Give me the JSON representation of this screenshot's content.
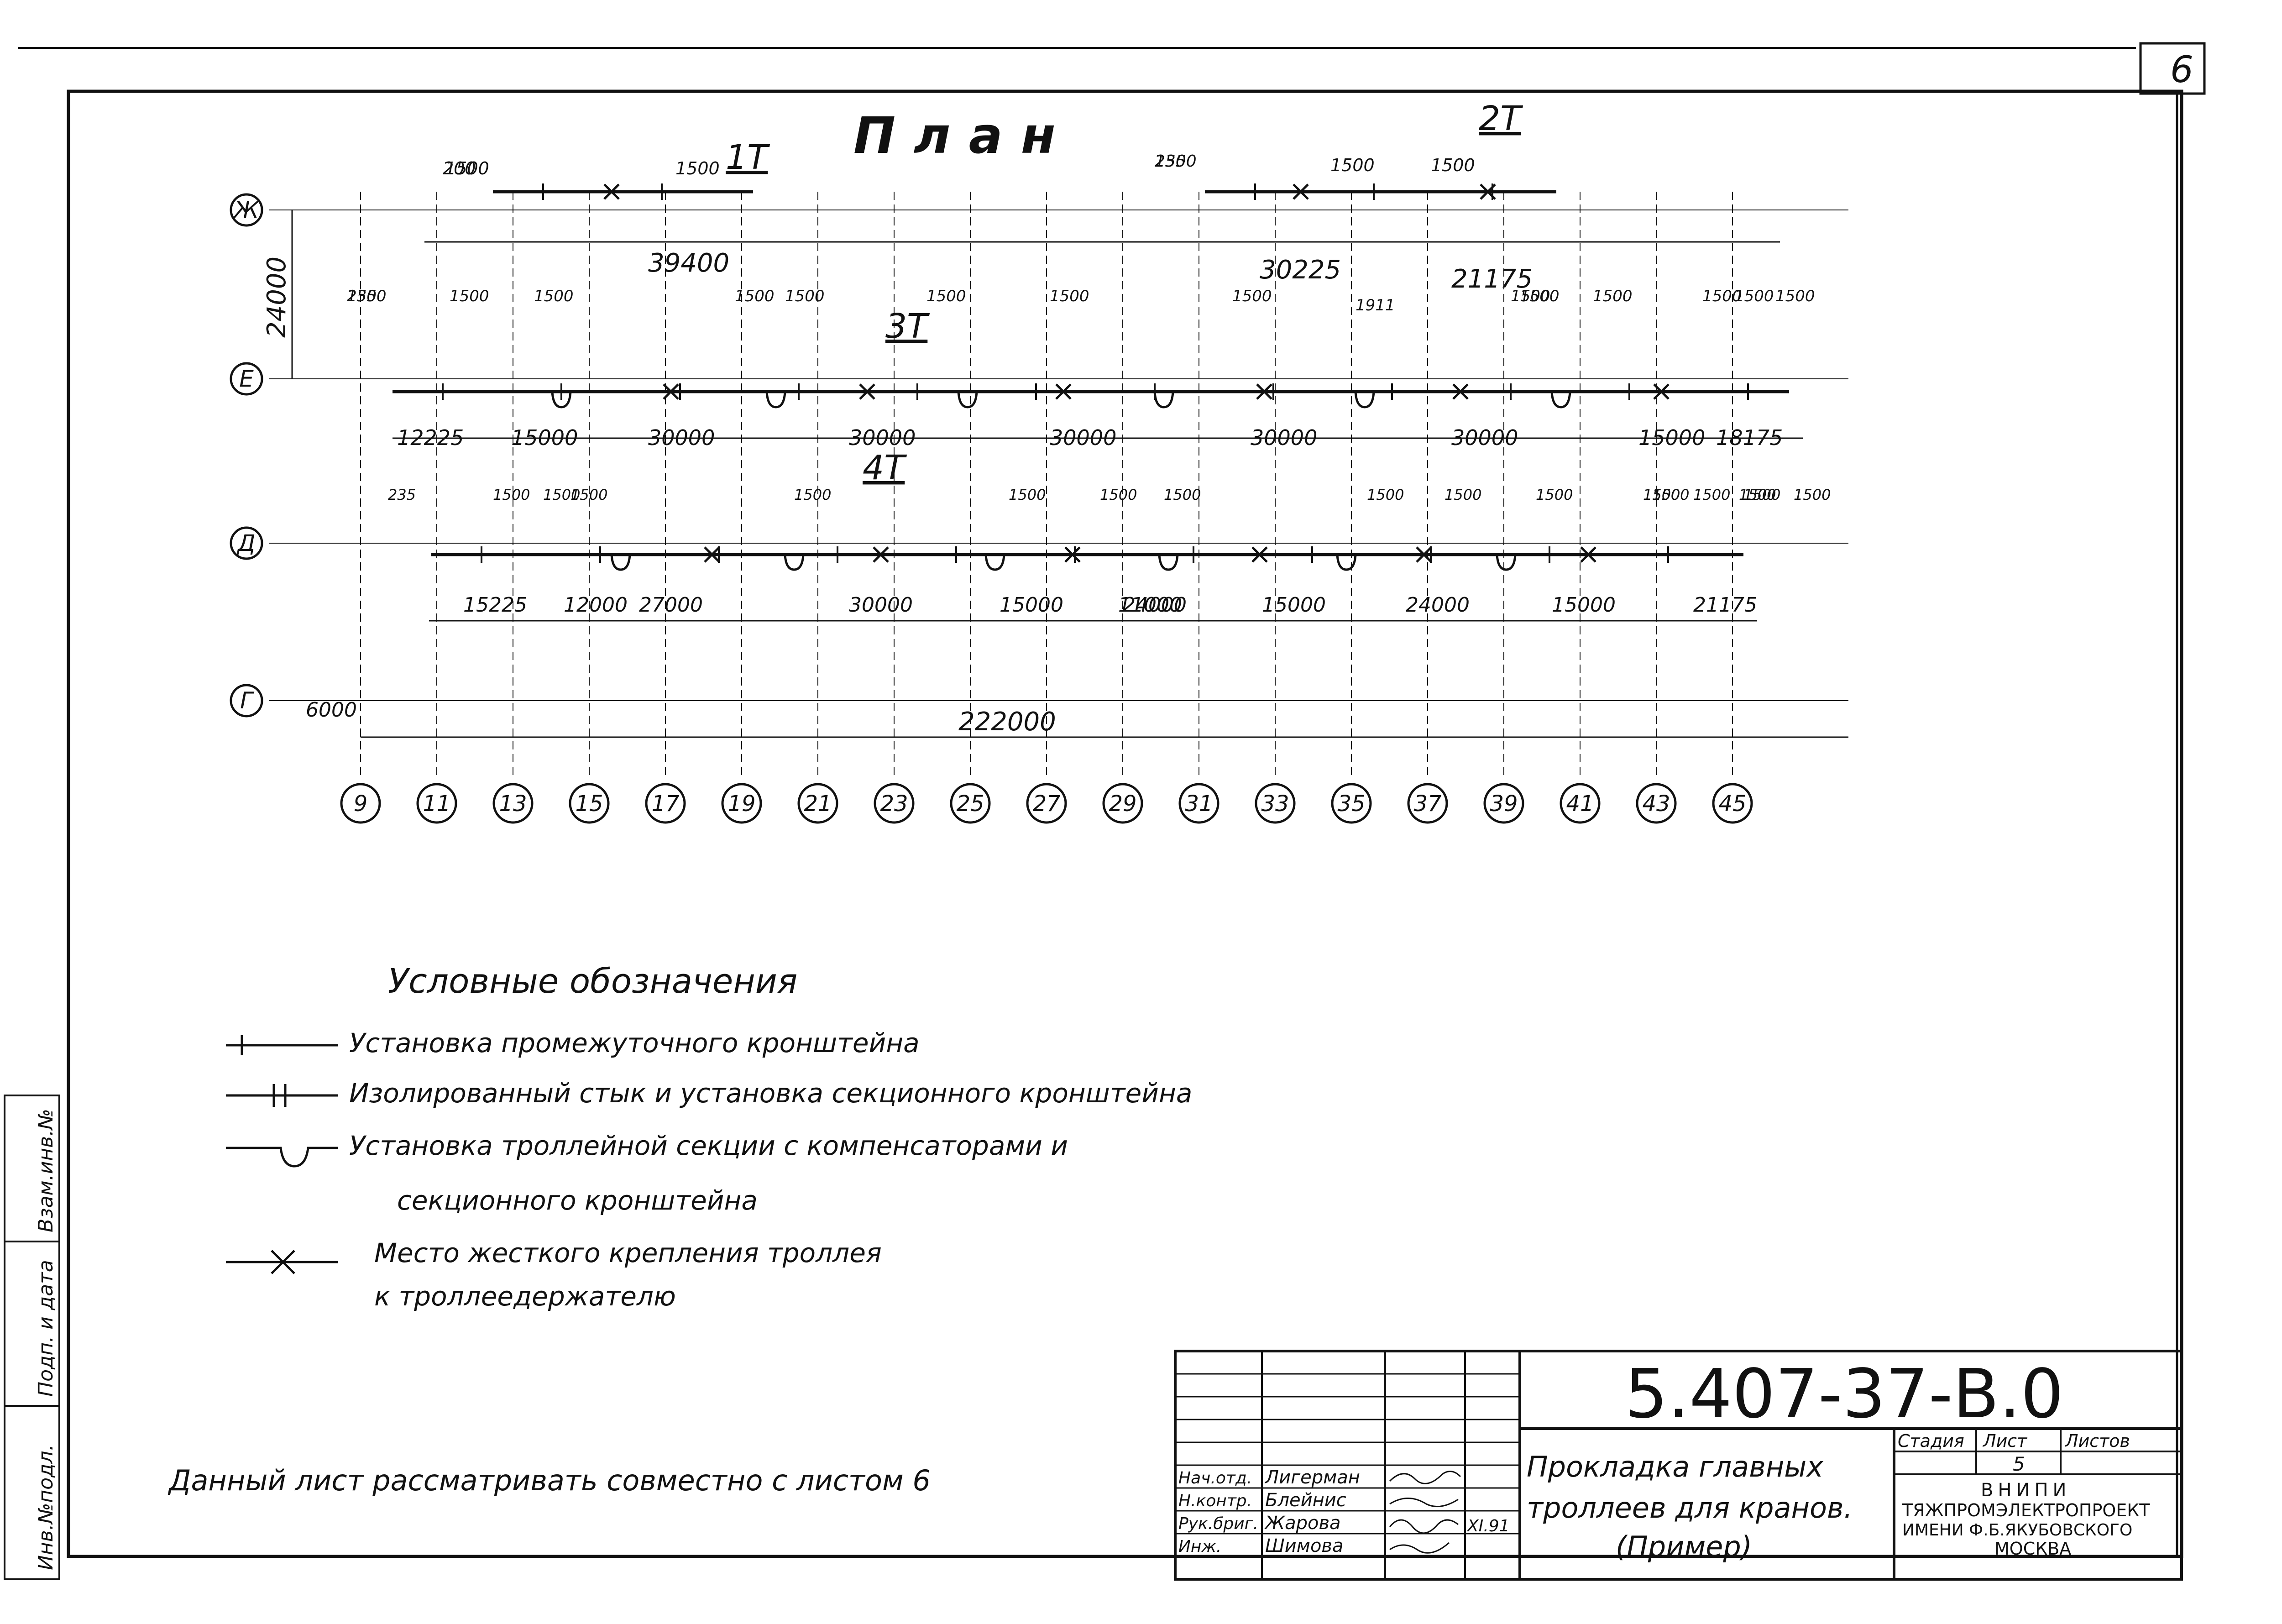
{
  "sheet_number": "6",
  "plan_title": "План",
  "rows": [
    {
      "id": "zh",
      "label": "Ж"
    },
    {
      "id": "e",
      "label": "Е"
    },
    {
      "id": "d",
      "label": "Д"
    },
    {
      "id": "g",
      "label": "Г"
    }
  ],
  "columns": [
    "9",
    "11",
    "13",
    "15",
    "17",
    "19",
    "21",
    "23",
    "25",
    "27",
    "29",
    "31",
    "33",
    "35",
    "37",
    "39",
    "41",
    "43",
    "45"
  ],
  "trolley_labels": [
    "1Т",
    "2Т",
    "3Т",
    "4Т"
  ],
  "dimensions": {
    "span_zh_e": "24000",
    "left_offset": "6000",
    "total_length": "222000",
    "zh_row": [
      "200",
      "1500",
      "1500",
      "39400",
      "235",
      "1500",
      "1500",
      "1500",
      "30225",
      "1911",
      "21175"
    ],
    "e_row": [
      "1500",
      "235",
      "1500",
      "1500",
      "1500",
      "1500",
      "1500",
      "1500",
      "1500",
      "1500",
      "1500",
      "1500",
      "1500",
      "1500",
      "1500",
      "12225",
      "15000",
      "30000",
      "30000",
      "30000",
      "30000",
      "30000",
      "15000",
      "18175"
    ],
    "d_row": [
      "235",
      "1500",
      "1500",
      "1500",
      "1500",
      "1500",
      "1500",
      "1500",
      "1500",
      "1500",
      "1500",
      "1500",
      "1500",
      "1500",
      "1500",
      "1500",
      "1500",
      "15225",
      "12000",
      "27000",
      "30000",
      "15000",
      "24000",
      "11000",
      "15000",
      "24000",
      "15000",
      "21175"
    ]
  },
  "legend": {
    "title": "Условные обозначения",
    "items": [
      {
        "symbol": "intermediate-bracket",
        "text": "Установка промежуточного кронштейна"
      },
      {
        "symbol": "insulated-joint",
        "text": "Изолированный стык и установка секционного кронштейна"
      },
      {
        "symbol": "trolley-section",
        "text": "Установка троллейной секции с компенсаторами и",
        "text2": "секционного кронштейна"
      },
      {
        "symbol": "rigid-mount",
        "text": "Место жесткого крепления троллея",
        "text2": "к троллеедержателю"
      }
    ]
  },
  "note": "Данный лист рассматривать совместно с листом 6",
  "title_block": {
    "doc_code": "5.407-37-В.0",
    "doc_title_lines": [
      "Прокладка главных",
      "троллеев для кранов.",
      "(Пример)"
    ],
    "stage_header": "Стадия",
    "sheet_header": "Лист",
    "sheets_header": "Листов",
    "sheet_value": "5",
    "org_lines": [
      "ВНИПИ",
      "ТЯЖПРОМЭЛЕКТРОПРОЕКТ",
      "ИМЕНИ Ф.Б.ЯКУБОВСКОГО",
      "МОСКВА"
    ],
    "signers": [
      {
        "role": "Нач.отд.",
        "name": "Лигерман"
      },
      {
        "role": "Н.контр.",
        "name": "Блейнис"
      },
      {
        "role": "Рук.бриг.",
        "name": "Жарова"
      },
      {
        "role": "Инж.",
        "name": "Шимова"
      }
    ],
    "date": "XI.91"
  },
  "side_stamp": [
    "Взам.инв.№",
    "Подп. и дата",
    "Инв.№подл."
  ]
}
